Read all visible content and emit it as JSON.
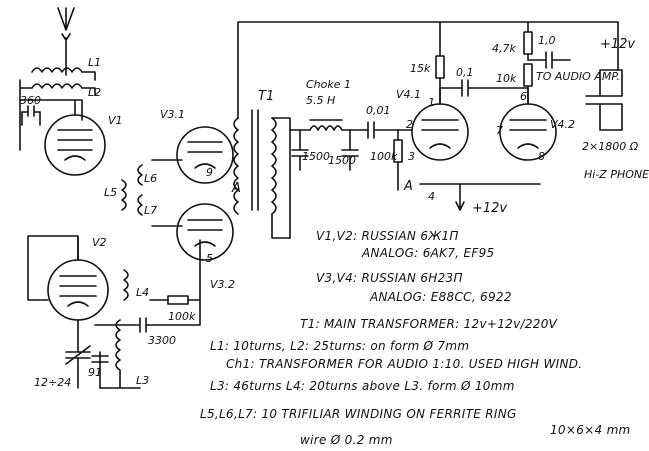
{
  "labels": {
    "l1": "L1",
    "l2": "L2",
    "c360": "360",
    "v1": "V1",
    "v2": "V2",
    "v31": "V3.1",
    "v32": "V3.2",
    "t1": "T1",
    "choke": "Choke 1",
    "choke_val": "5.5 H",
    "c1500a": "1500",
    "c1500b": "1500",
    "c001": "0,01",
    "r100k_a": "100k",
    "c01": "0,1",
    "v41": "V4.1",
    "v42": "V4.2",
    "r15k": "15k",
    "r47k": "4,7k",
    "c10": "1,0",
    "r10k": "10k",
    "plus12_top": "+12v",
    "to_audio": "TO AUDIO AMP.",
    "phones_r": "2×1800 Ω",
    "phones": "Hi-Z PHONE",
    "l5": "L5",
    "l6": "L6",
    "l7": "L7",
    "l3": "L3",
    "l4": "L4",
    "r100k_b": "100k",
    "c3300": "3300",
    "ctrim": "12÷24",
    "c91": "91",
    "node_a1": "A",
    "node_a2": "A",
    "plus12_bot": "+12v",
    "pin_2a": "2",
    "pin_3a": "3",
    "pin_1a": "1",
    "pin_7a": "7",
    "pin_8a": "8",
    "pin_6a": "6",
    "pin_4a": "4",
    "pin_9a": "9",
    "pin_5a": "5"
  },
  "notes": {
    "v12": "V1,V2: RUSSIAN 6Ж1П",
    "v12_analog": "ANALOG: 6AK7, EF95",
    "v34": "V3,V4: RUSSIAN 6H23П",
    "v34_analog": "ANALOG: E88CC, 6922",
    "t1": "T1: MAIN TRANSFORMER: 12v+12v/220V",
    "l1l2": "L1: 10turns, L2: 25turns: on form Ø 7mm",
    "ch1": "Ch1: TRANSFORMER FOR AUDIO 1:10. USED HIGH WIND.",
    "l3l4": "L3: 46turns L4: 20turns above L3. form Ø 10mm",
    "l567": "L5,L6,L7: 10 TRIFILIAR WINDING ON FERRITE RING",
    "ring": "10×6×4 mm",
    "wire": "wire Ø 0.2 mm"
  }
}
